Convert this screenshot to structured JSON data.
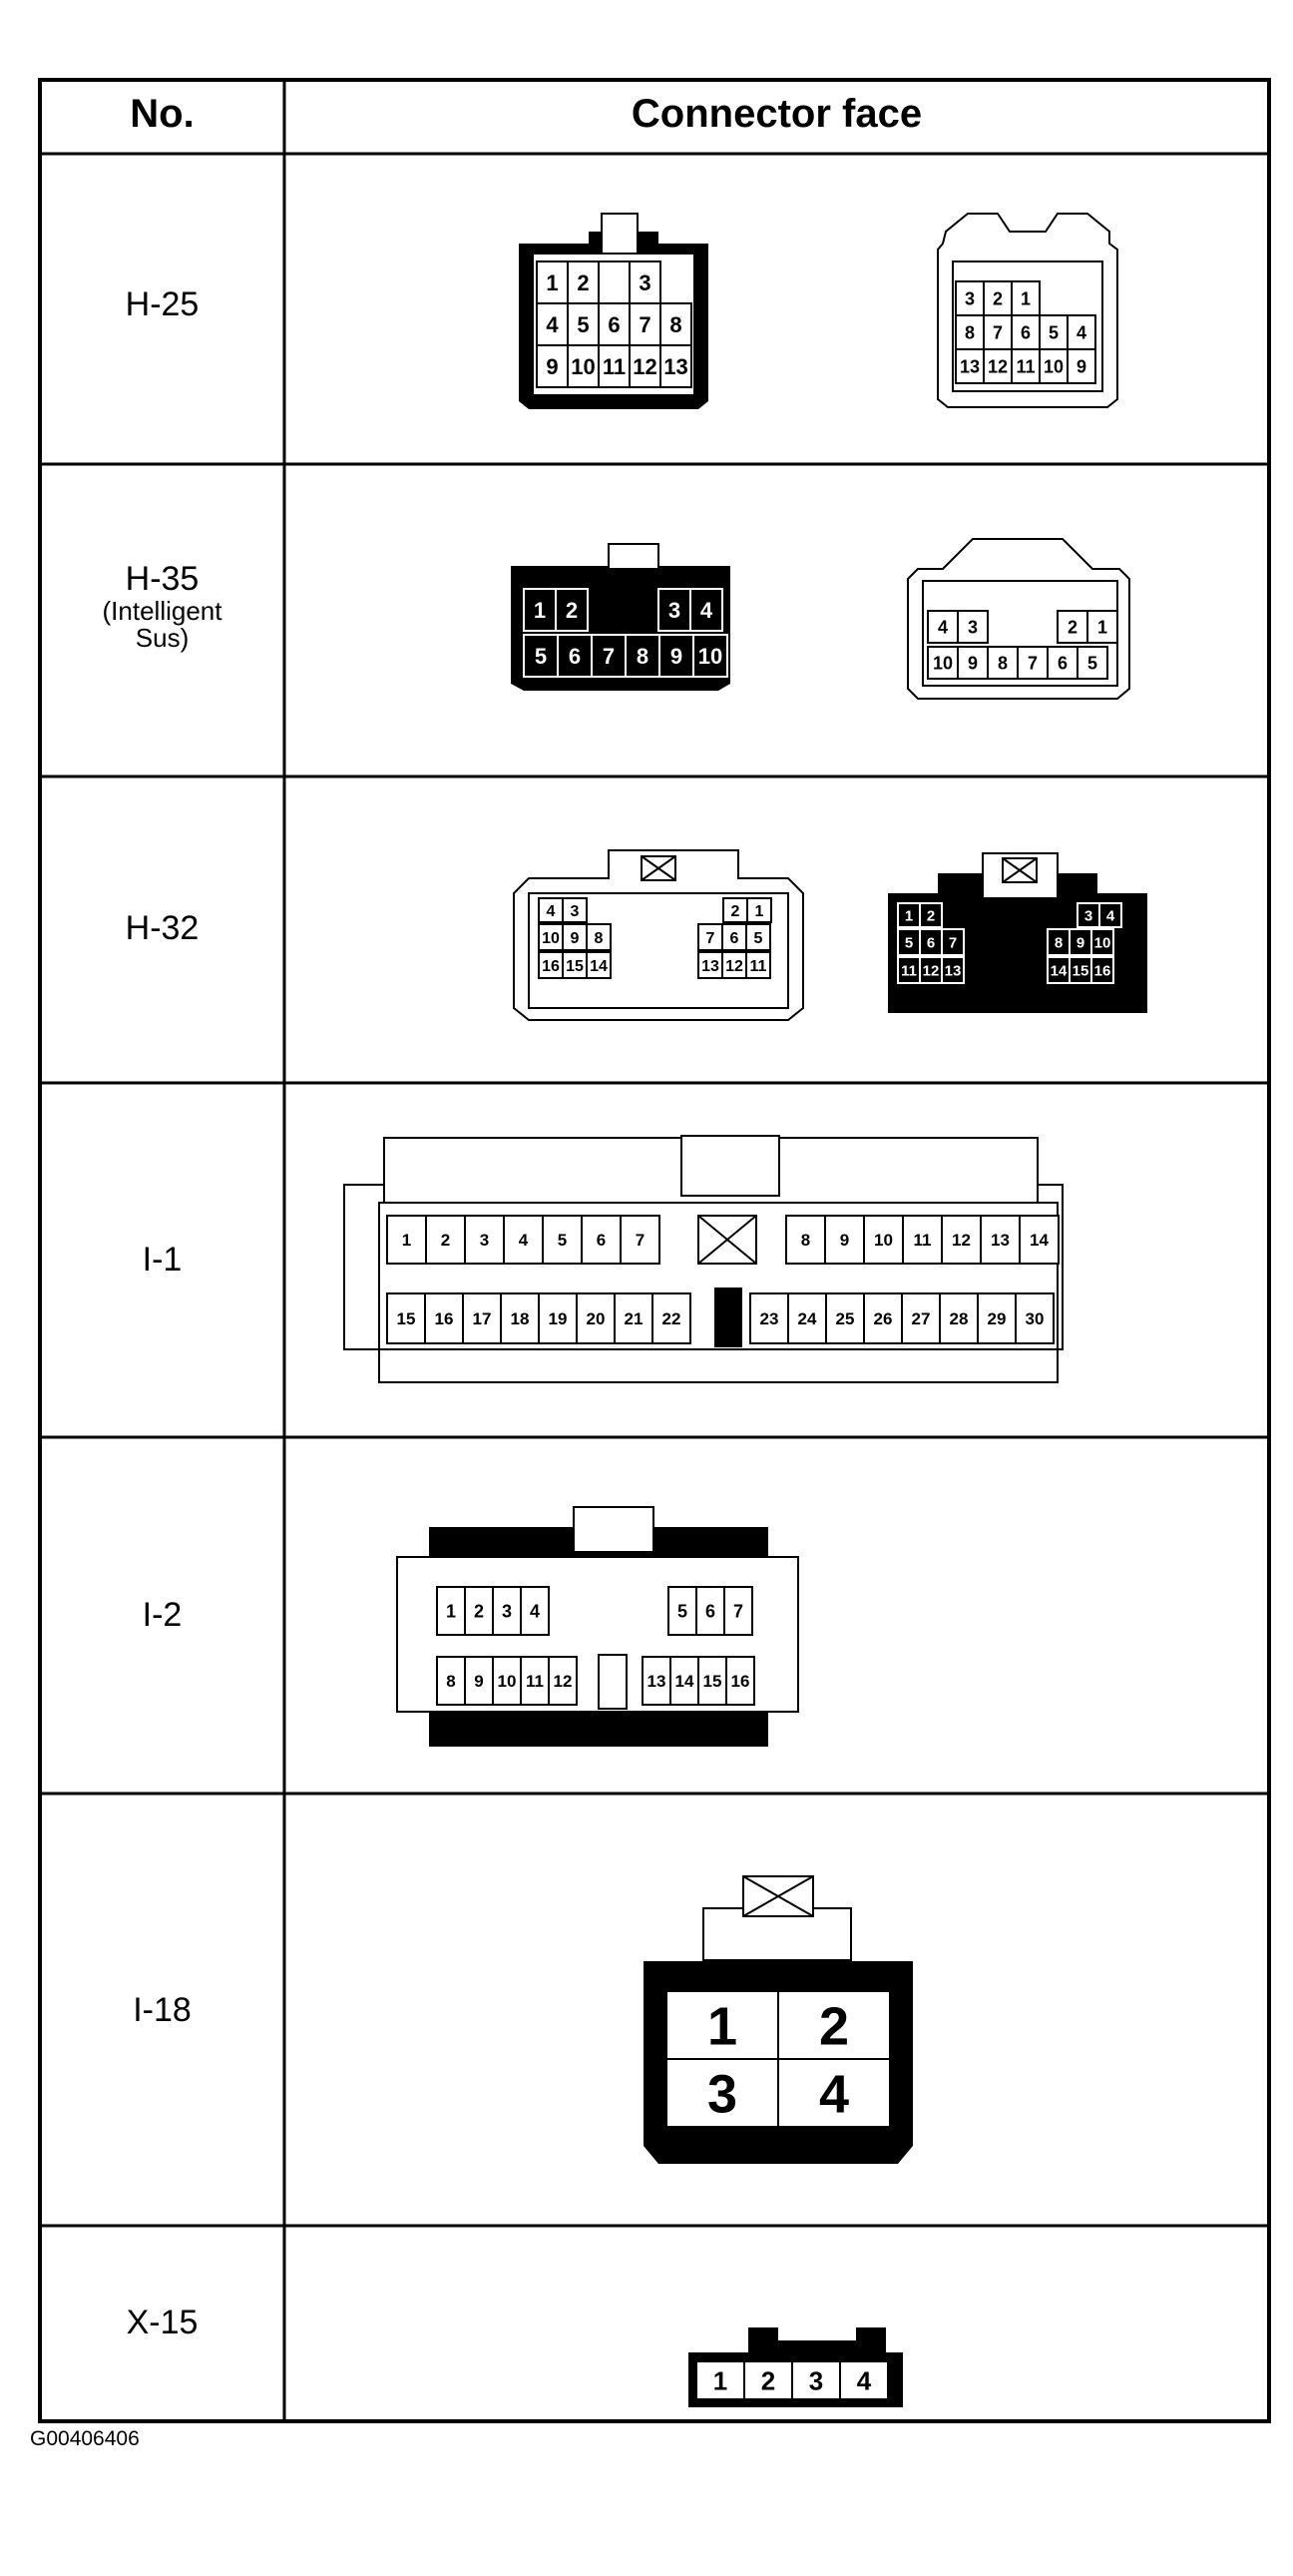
{
  "table": {
    "headers": {
      "no": "No.",
      "face": "Connector face"
    },
    "rows": [
      {
        "id": "H-25",
        "sub": [
          "",
          ""
        ],
        "left": [
          [
            "1",
            "2",
            "",
            "3"
          ],
          [
            "4",
            "5",
            "6",
            "7",
            "8"
          ],
          [
            "9",
            "10",
            "11",
            "12",
            "13"
          ]
        ],
        "right": [
          [
            "3",
            "2",
            "1"
          ],
          [
            "8",
            "7",
            "6",
            "5",
            "4"
          ],
          [
            "13",
            "12",
            "11",
            "10",
            "9"
          ]
        ]
      },
      {
        "id": "H-35",
        "sub": [
          "(Intelligent",
          "Sus)"
        ],
        "left": [
          [
            "1",
            "2",
            "3",
            "4"
          ],
          [
            "5",
            "6",
            "7",
            "8",
            "9",
            "10"
          ]
        ],
        "right": [
          [
            "4",
            "3",
            "2",
            "1"
          ],
          [
            "10",
            "9",
            "8",
            "7",
            "6",
            "5"
          ]
        ]
      },
      {
        "id": "H-32",
        "sub": [
          "",
          ""
        ],
        "left": [
          [
            "4",
            "3",
            "2",
            "1"
          ],
          [
            "10",
            "9",
            "8",
            "7",
            "6",
            "5"
          ],
          [
            "16",
            "15",
            "14",
            "13",
            "12",
            "11"
          ]
        ],
        "right": [
          [
            "1",
            "2",
            "3",
            "4"
          ],
          [
            "5",
            "6",
            "7",
            "8",
            "9",
            "10"
          ],
          [
            "11",
            "12",
            "13",
            "14",
            "15",
            "16"
          ]
        ]
      },
      {
        "id": "I-1",
        "sub": [
          "",
          ""
        ],
        "rows_pins": [
          [
            "1",
            "2",
            "3",
            "4",
            "5",
            "6",
            "7",
            "8",
            "9",
            "10",
            "11",
            "12",
            "13",
            "14"
          ],
          [
            "15",
            "16",
            "17",
            "18",
            "19",
            "20",
            "21",
            "22",
            "23",
            "24",
            "25",
            "26",
            "27",
            "28",
            "29",
            "30"
          ]
        ]
      },
      {
        "id": "I-2",
        "sub": [
          "",
          ""
        ],
        "rows_pins": [
          [
            "1",
            "2",
            "3",
            "4",
            "5",
            "6",
            "7"
          ],
          [
            "8",
            "9",
            "10",
            "11",
            "12",
            "13",
            "14",
            "15",
            "16"
          ]
        ]
      },
      {
        "id": "I-18",
        "sub": [
          "",
          ""
        ],
        "rows_pins": [
          [
            "1",
            "2"
          ],
          [
            "3",
            "4"
          ]
        ]
      },
      {
        "id": "X-15",
        "sub": [
          "",
          ""
        ],
        "rows_pins": [
          [
            "1",
            "2",
            "3",
            "4"
          ]
        ]
      }
    ]
  },
  "footer": {
    "code": "G00406406"
  }
}
